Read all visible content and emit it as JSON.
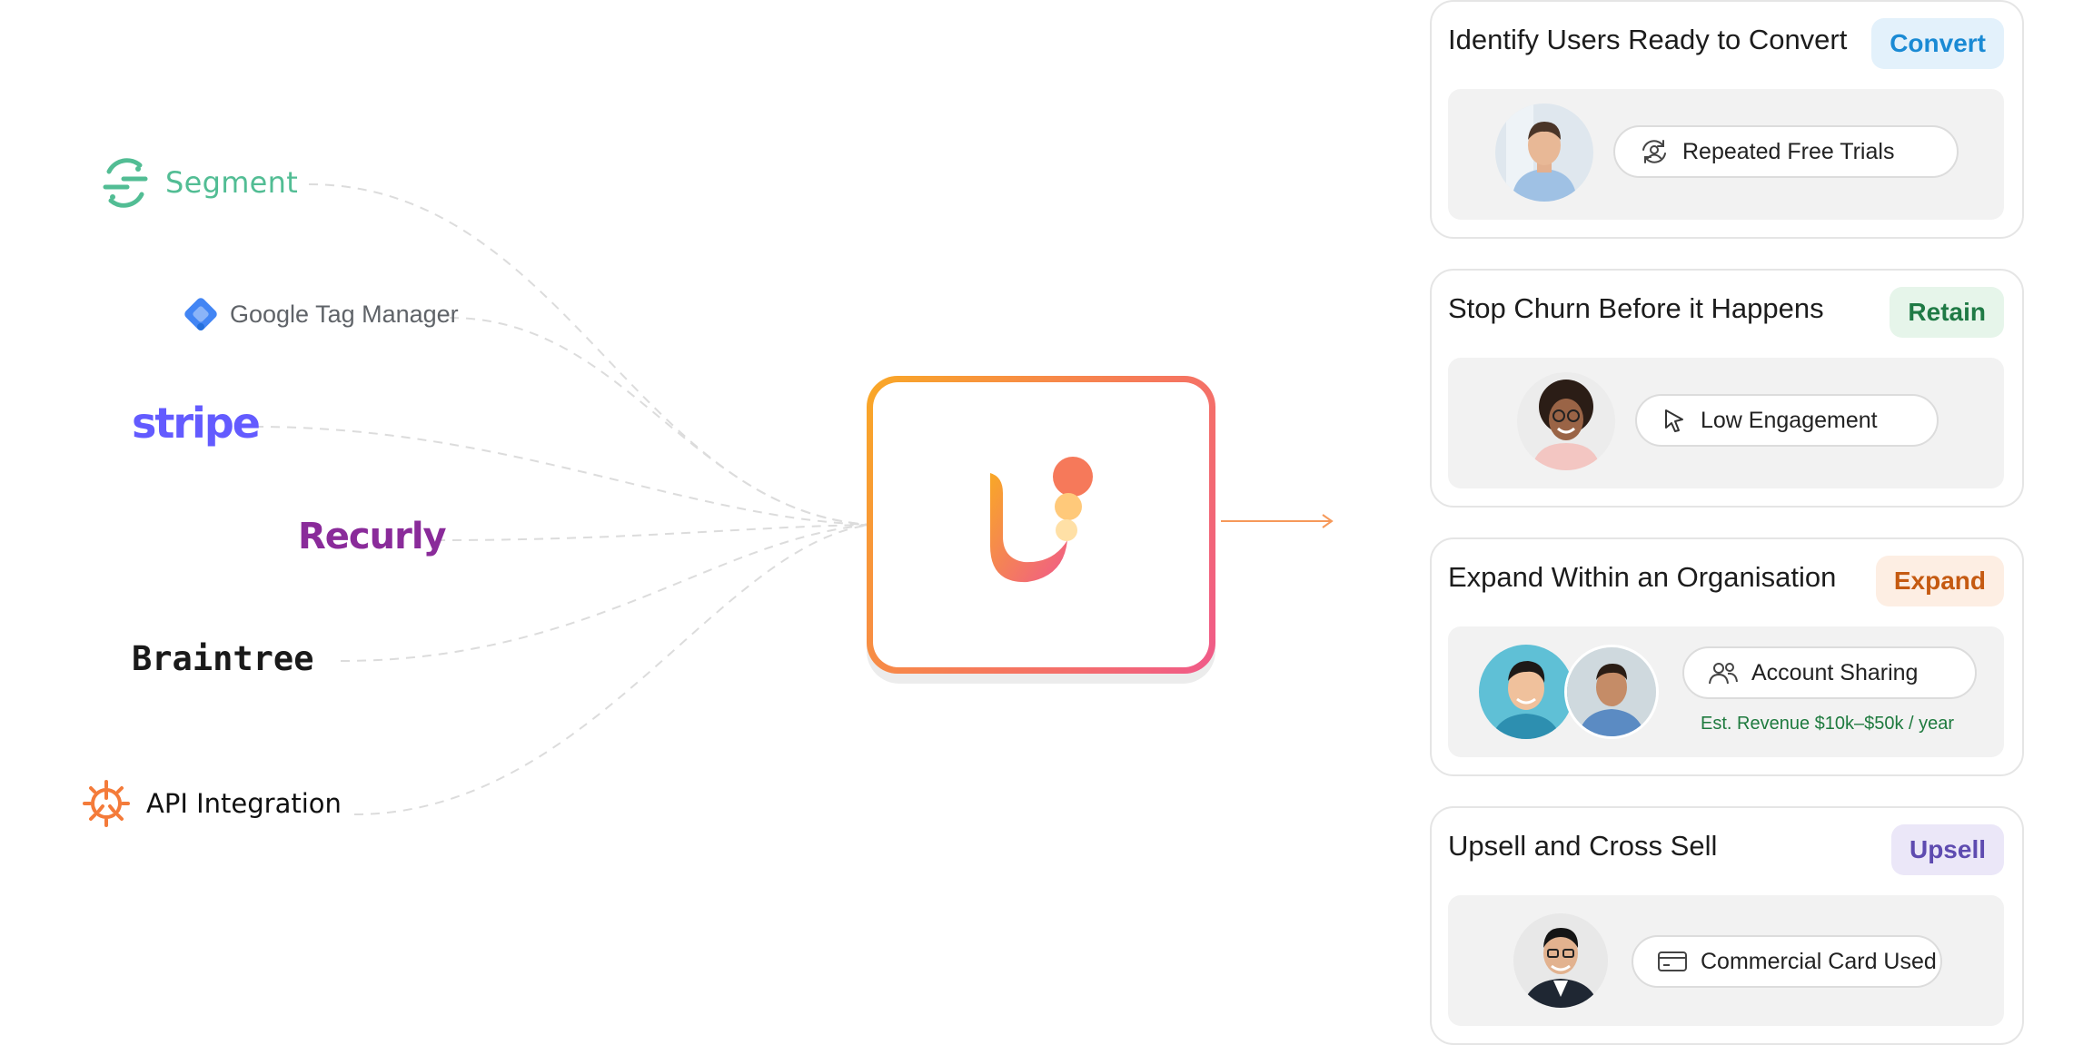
{
  "sources": [
    {
      "id": "segment",
      "label": "Segment",
      "color": "#52bd94"
    },
    {
      "id": "gtm",
      "label": "Google Tag Manager",
      "color": "#4285f4"
    },
    {
      "id": "stripe",
      "label": "stripe",
      "color": "#635bff"
    },
    {
      "id": "recurly",
      "label": "Recurly",
      "color": "#8a2b9a"
    },
    {
      "id": "braintree",
      "label": "Braintree",
      "color": "#1a1a1a"
    },
    {
      "id": "api",
      "label": "API Integration",
      "color": "#f47b3a"
    }
  ],
  "hub": {
    "logo_icon": "userled-logo-icon",
    "gradient": [
      "#f9a826",
      "#f6795a",
      "#f05a8a"
    ]
  },
  "cards": [
    {
      "title": "Identify Users Ready to Convert",
      "tag": "Convert",
      "tag_color": "#1a8ad4",
      "tag_bg": "#e3f1fb",
      "signal": "Repeated Free Trials",
      "signal_icon": "refresh-user-icon"
    },
    {
      "title": "Stop Churn Before it Happens",
      "tag": "Retain",
      "tag_color": "#1f7a45",
      "tag_bg": "#e6f5ea",
      "signal": "Low Engagement",
      "signal_icon": "cursor-icon"
    },
    {
      "title": "Expand Within an Organisation",
      "tag": "Expand",
      "tag_color": "#c55a11",
      "tag_bg": "#fdeee3",
      "signal": "Account Sharing",
      "signal_icon": "users-icon",
      "revenue": "Est. Revenue $10k–$50k / year"
    },
    {
      "title": "Upsell and Cross Sell",
      "tag": "Upsell",
      "tag_color": "#5e4bb0",
      "tag_bg": "#ebe7f8",
      "signal": "Commercial Card Used",
      "signal_icon": "card-icon"
    }
  ]
}
